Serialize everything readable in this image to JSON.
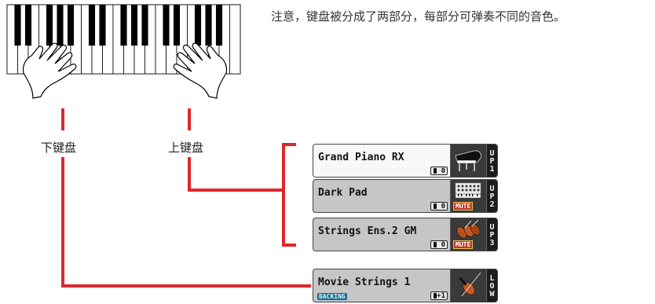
{
  "note_text": "注意，键盘被分成了两部分，每部分可弹奏不同的音色。",
  "labels": {
    "lower": "下键盘",
    "upper": "上键盘"
  },
  "colors": {
    "connector": "#e0262b",
    "track_bg": "#c6c6c6",
    "selected_bg": "#f8f8f8"
  },
  "tracks": [
    {
      "name": "Grand Piano RX",
      "side": [
        "U",
        "P",
        "1"
      ],
      "octave": "0",
      "icon": "grand-piano-icon",
      "selected": true
    },
    {
      "name": "Dark Pad",
      "side": [
        "U",
        "P",
        "2"
      ],
      "octave": "0",
      "icon": "synth-pad-icon",
      "badge": "MUTE"
    },
    {
      "name": "Strings Ens.2 GM",
      "side": [
        "U",
        "P",
        "3"
      ],
      "octave": "0",
      "icon": "strings-ensemble-icon",
      "badge": "MUTE"
    },
    {
      "name": "Movie Strings 1",
      "side": [
        "L",
        "O",
        "W"
      ],
      "octave": "+1",
      "icon": "violin-icon",
      "badge": "BACKING"
    }
  ]
}
